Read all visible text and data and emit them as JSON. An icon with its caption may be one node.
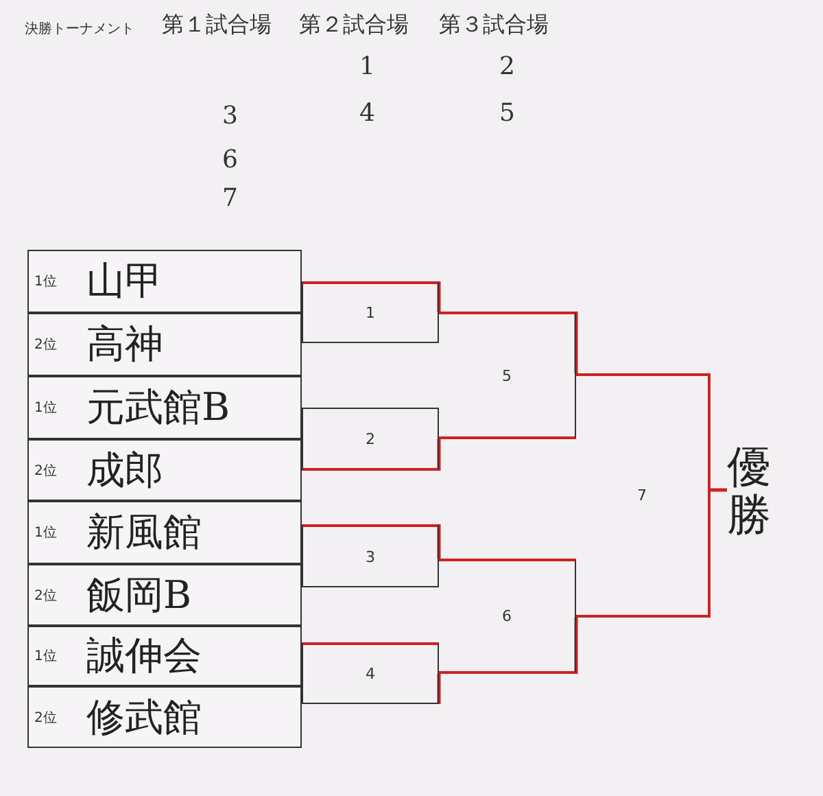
{
  "diagram": {
    "title": "決勝トーナメント",
    "nodes": [
      {
        "text": [
          "1位",
          "山甲"
        ]
      },
      {
        "text": [
          "2位",
          "高神"
        ]
      },
      {
        "text": [
          "1位",
          "元武館B"
        ]
      },
      {
        "text": [
          "2位",
          "成郎"
        ]
      },
      {
        "text": [
          "1位",
          "新風館"
        ]
      },
      {
        "text": [
          "2位",
          "飯岡B"
        ]
      },
      {
        "text": [
          "1位",
          "誠伸会"
        ]
      },
      {
        "text": [
          "2位",
          "修武館"
        ]
      },
      {
        "text": [
          "1"
        ]
      },
      {
        "text": [
          "2"
        ]
      },
      {
        "text": [
          "3"
        ]
      },
      {
        "text": [
          "4"
        ]
      },
      {
        "text": [
          "5"
        ]
      },
      {
        "text": [
          "6"
        ]
      },
      {
        "text": [
          "7"
        ]
      },
      {
        "text": [
          "優勝"
        ]
      }
    ],
    "edges": [
      {
        "from": 8,
        "to": 12,
        "arrow": "none"
      },
      {
        "from": 9,
        "to": 12,
        "arrow": "none"
      },
      {
        "from": 10,
        "to": 13,
        "arrow": "none"
      },
      {
        "from": 11,
        "to": 13,
        "arrow": "none"
      },
      {
        "from": 12,
        "to": 14,
        "arrow": "none"
      },
      {
        "from": 13,
        "to": 14,
        "arrow": "none"
      },
      {
        "from": 14,
        "to": 15,
        "arrow": "none"
      }
    ],
    "labels": [
      "第１試合場",
      "第２試合場",
      "第３試合場",
      "1",
      "2",
      "3",
      "4",
      "5",
      "6",
      "7"
    ]
  }
}
